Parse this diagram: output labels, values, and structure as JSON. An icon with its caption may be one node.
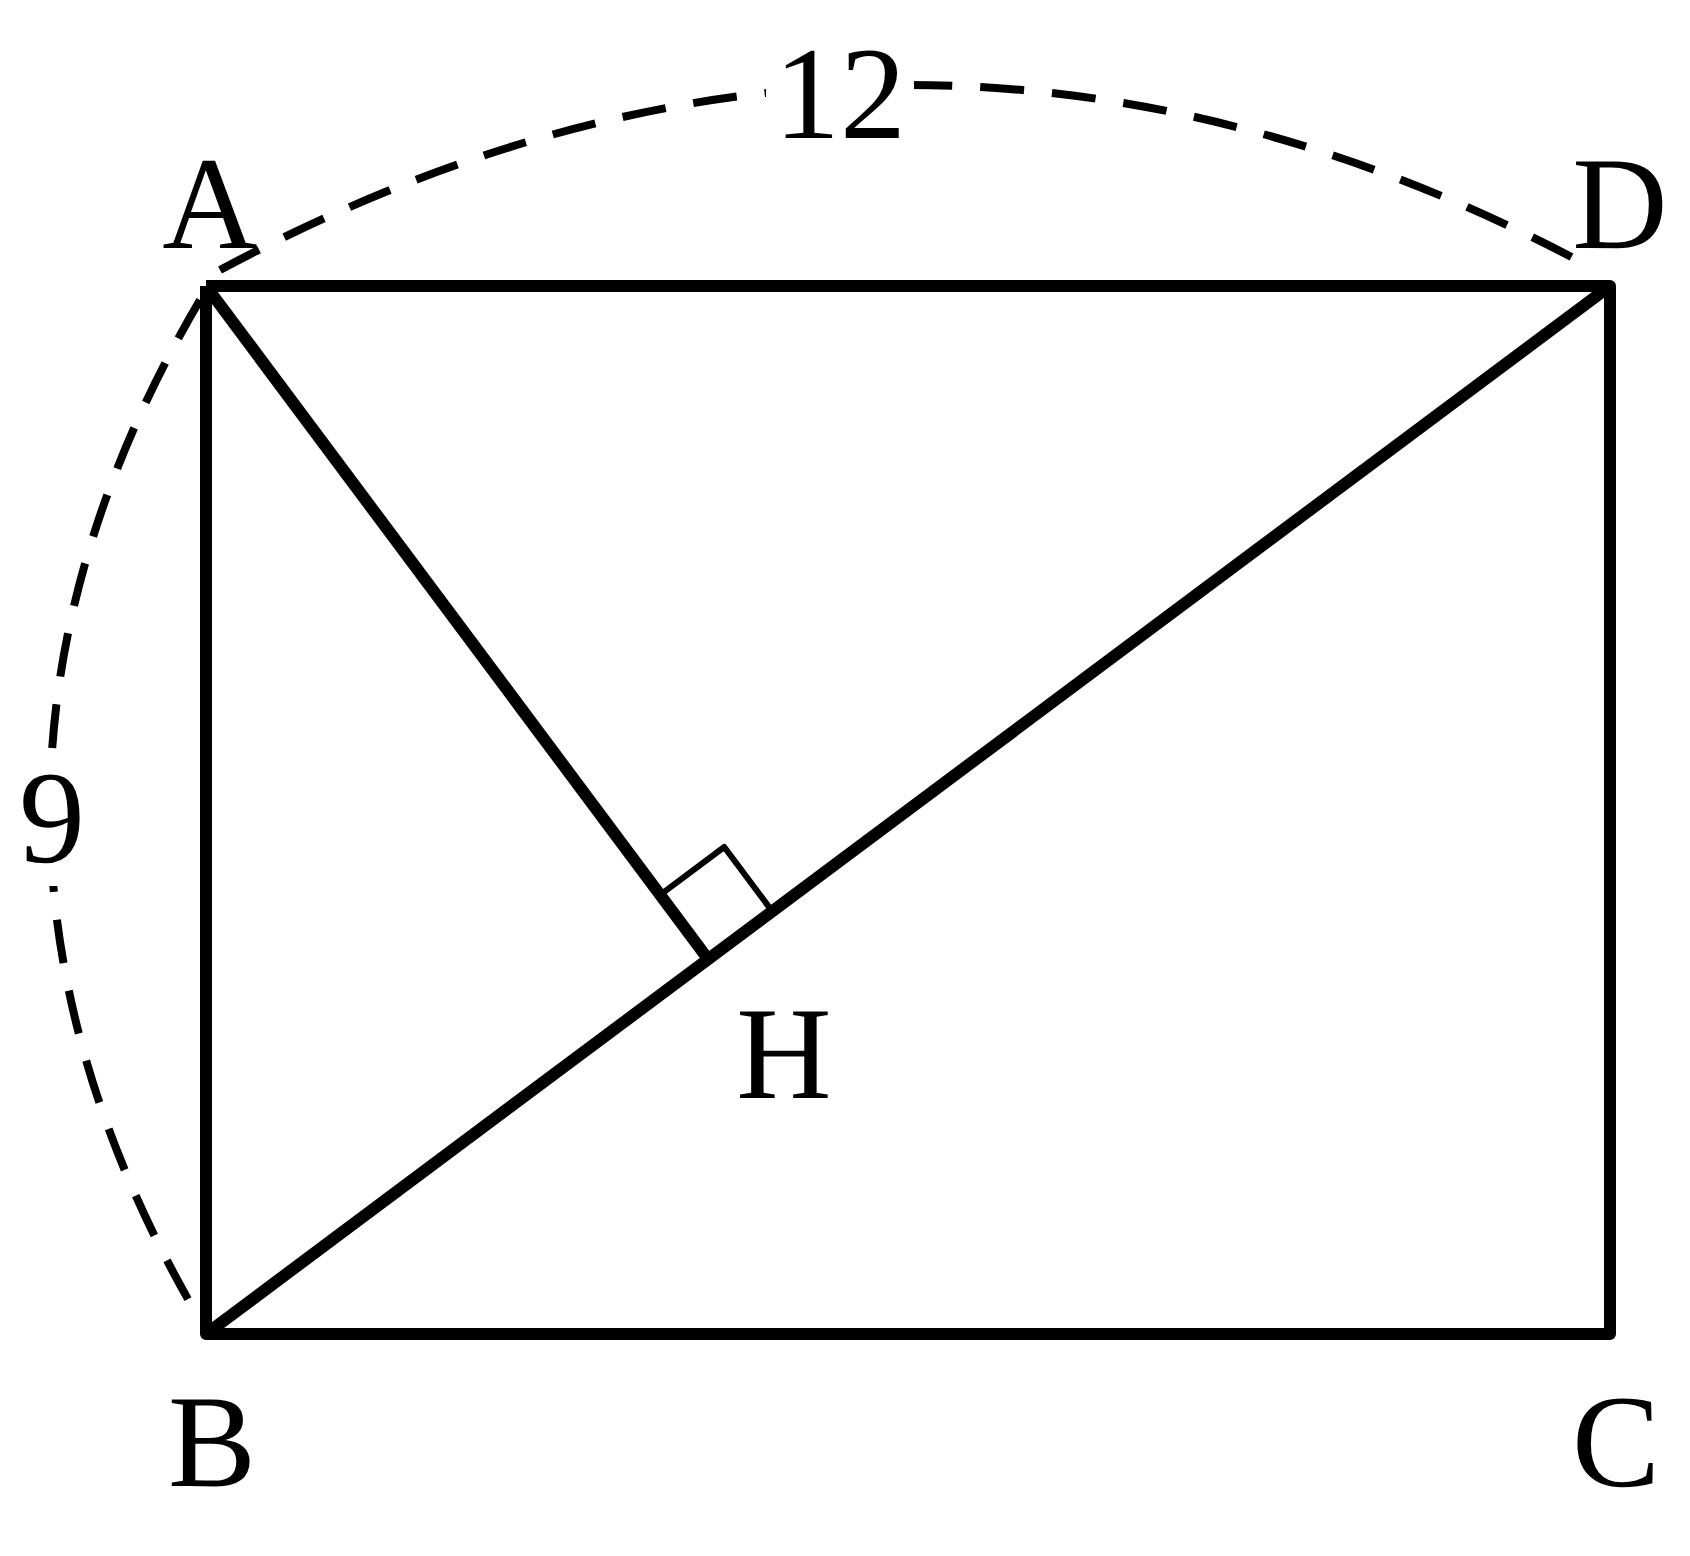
{
  "diagram": {
    "labels": [
      "12",
      "A",
      "D",
      "9",
      "H",
      "B",
      "C"
    ]
  }
}
